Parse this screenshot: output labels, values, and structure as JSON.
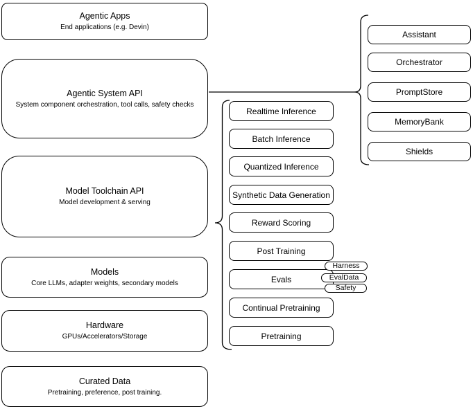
{
  "left_stack": [
    {
      "title": "Agentic Apps",
      "subtitle": "End applications (e.g. Devin)"
    },
    {
      "title": "Agentic System API",
      "subtitle": "System component orchestration, tool calls, safety checks"
    },
    {
      "title": "Model Toolchain API",
      "subtitle": "Model development & serving"
    },
    {
      "title": "Models",
      "subtitle": "Core LLMs, adapter weights, secondary models"
    },
    {
      "title": "Hardware",
      "subtitle": "GPUs/Accelerators/Storage"
    },
    {
      "title": "Curated Data",
      "subtitle": "Pretraining, preference, post training."
    }
  ],
  "toolchain_stack": [
    "Realtime Inference",
    "Batch Inference",
    "Quantized Inference",
    "Synthetic Data Generation",
    "Reward Scoring",
    "Post Training",
    "Evals",
    "Continual Pretraining",
    "Pretraining"
  ],
  "eval_tags": [
    "Harness",
    "EvalData",
    "Safety"
  ],
  "system_stack": [
    "Assistant",
    "Orchestrator",
    "PromptStore",
    "MemoryBank",
    "Shields"
  ],
  "colors": {
    "stroke": "#000000",
    "background": "#ffffff",
    "text": "#000000"
  }
}
